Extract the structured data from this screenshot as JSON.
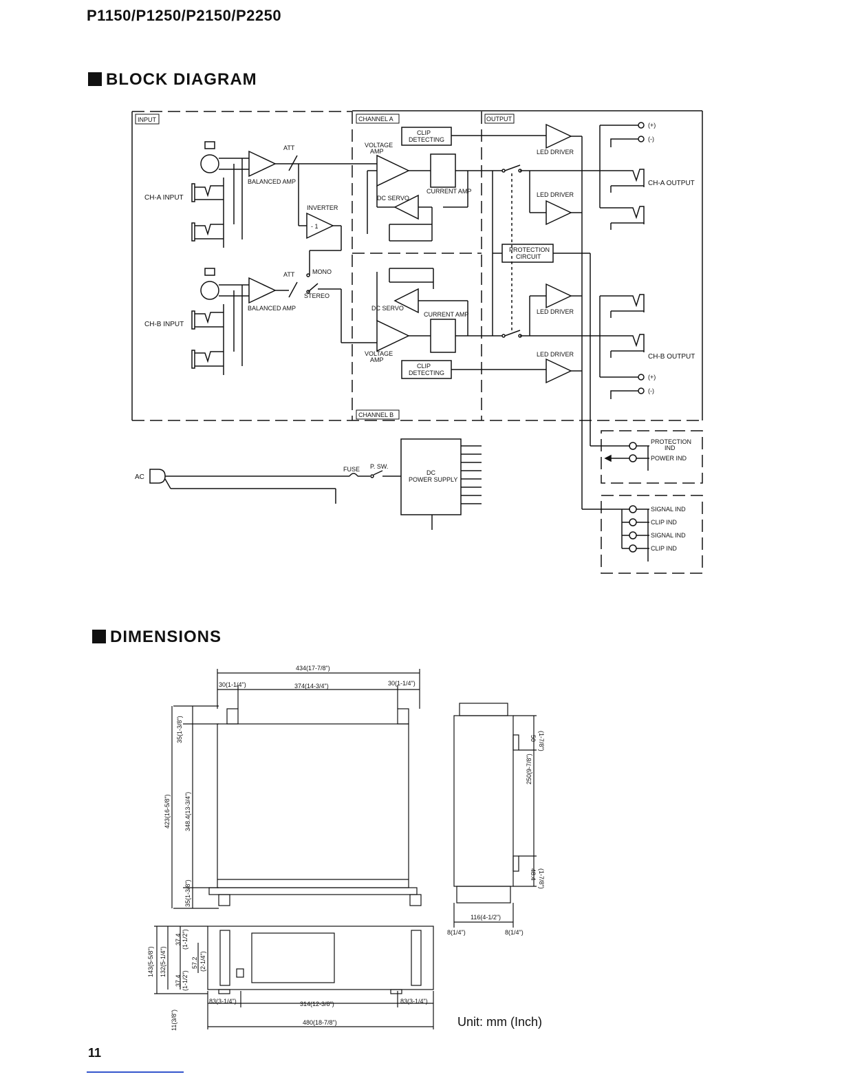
{
  "header": {
    "model": "P1150/P1250/P2150/P2250"
  },
  "block_diagram": {
    "title": "BLOCK DIAGRAM",
    "labels": {
      "input": "INPUT",
      "channel_a": "CHANNEL A",
      "channel_b": "CHANNEL B",
      "output": "OUTPUT",
      "ch_a_input": "CH-A INPUT",
      "ch_b_input": "CH-B INPUT",
      "balanced_amp": "BALANCED AMP",
      "att": "ATT",
      "inverter": "INVERTER",
      "inverter_symbol": "- 1",
      "mono": "MONO",
      "stereo": "STEREO",
      "clip_detecting_1": "CLIP",
      "clip_detecting_2": "DETECTING",
      "voltage_amp_1": "VOLTAGE",
      "voltage_amp_2": "AMP",
      "current_amp": "CURRENT AMP",
      "dc_servo": "DC SERVO",
      "led_driver": "LED DRIVER",
      "protection_circuit_1": "PROTECTION",
      "protection_circuit_2": "CIRCUIT",
      "ch_a_output": "CH-A OUTPUT",
      "ch_b_output": "CH-B OUTPUT",
      "plus": "(+)",
      "minus": "(-)",
      "ac": "AC",
      "fuse": "FUSE",
      "psw": "P. SW.",
      "dc_1": "DC",
      "dc_2": "POWER SUPPLY",
      "protection_ind_1": "PROTECTION",
      "protection_ind_2": "IND",
      "power_ind": "POWER IND",
      "signal_ind": "SIGNAL IND",
      "clip_ind": "CLIP IND"
    }
  },
  "dimensions": {
    "title": "DIMENSIONS",
    "labels": {
      "w434": "434(17-7/8\")",
      "w30": "30(1-1/4\")",
      "w374": "374(14-3/4\")",
      "h35a": "35(1-3/8\")",
      "h423": "423(16-5/8\")",
      "h348": "348.4(13-3/4\")",
      "h35b": "35(1-3/8\")",
      "s50": "50",
      "s50in": "(1-7/8\")",
      "s250": "250(9-7/8\")",
      "s484": "48.4",
      "s484in": "(1-7/8\")",
      "s116": "116(4-1/2\")",
      "s8": "8(1/4\")",
      "f143": "143(5-5/8\")",
      "f132": "132(5-1/4\")",
      "f374": "37.4",
      "f374in": "(1-1/2\")",
      "f572": "57.2",
      "f572in": "(2-1/4\")",
      "f11": "11(3/8\")",
      "f83": "83(3-1/4\")",
      "f314": "314(12-3/8\")",
      "f480": "480(18-7/8\")"
    },
    "unit": "Unit: mm (Inch)"
  },
  "footer": {
    "page_number": "11"
  }
}
